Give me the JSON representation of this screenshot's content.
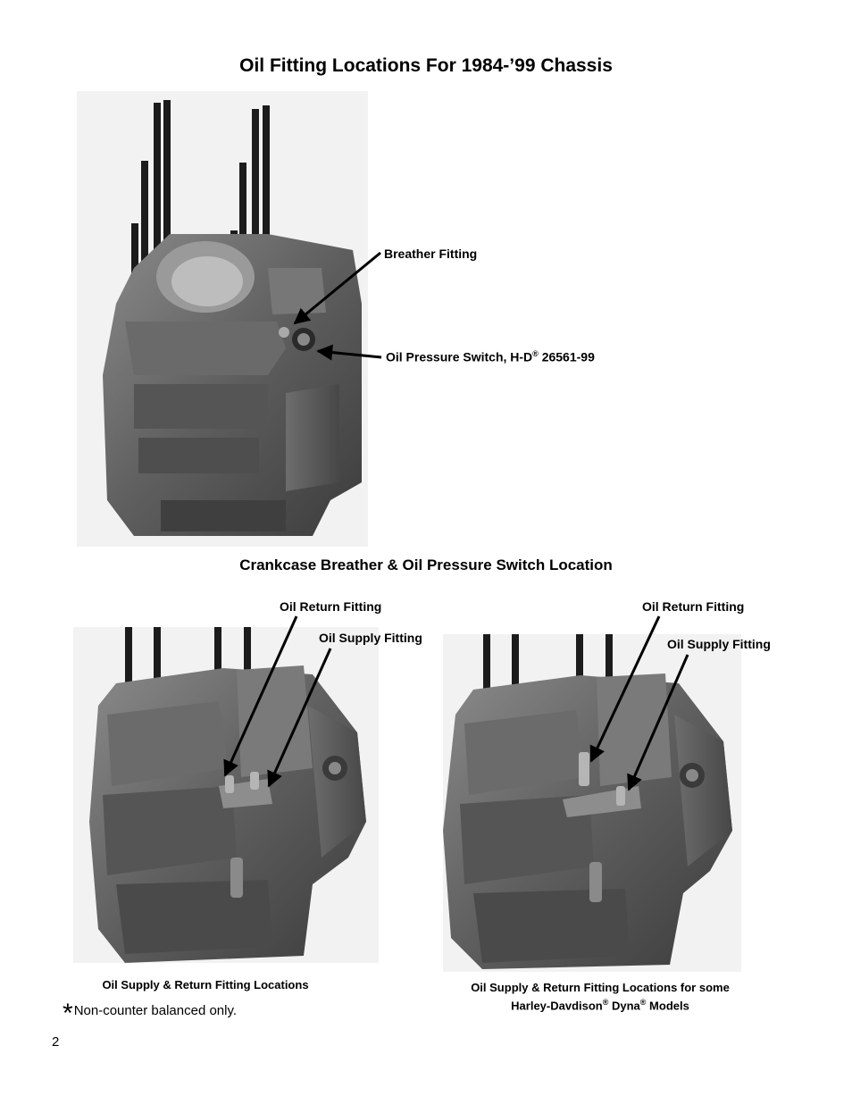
{
  "page_title": "Oil Fitting Locations For 1984-’99 Chassis",
  "figure1": {
    "labels": {
      "breather": "Breather Fitting",
      "oil_pressure_prefix": "Oil Pressure Switch, H-D",
      "oil_pressure_mark": "®",
      "oil_pressure_part": " 26561-99"
    },
    "caption": "Crankcase Breather & Oil Pressure Switch Location"
  },
  "figure2": {
    "labels": {
      "return": "Oil Return Fitting",
      "supply": "Oil Supply Fitting"
    },
    "caption": "Oil Supply & Return Fitting Locations"
  },
  "figure3": {
    "labels": {
      "return": "Oil Return Fitting",
      "supply": "Oil Supply Fitting"
    },
    "caption_line1": "Oil Supply & Return Fitting Locations for some",
    "caption_line2_a": "Harley-Davdison",
    "caption_mark1": "®",
    "caption_line2_b": " Dyna",
    "caption_mark2": "®",
    "caption_line2_c": " Models"
  },
  "footnote": {
    "star": "*",
    "text": "Non-counter balanced only."
  },
  "page_number": "2"
}
